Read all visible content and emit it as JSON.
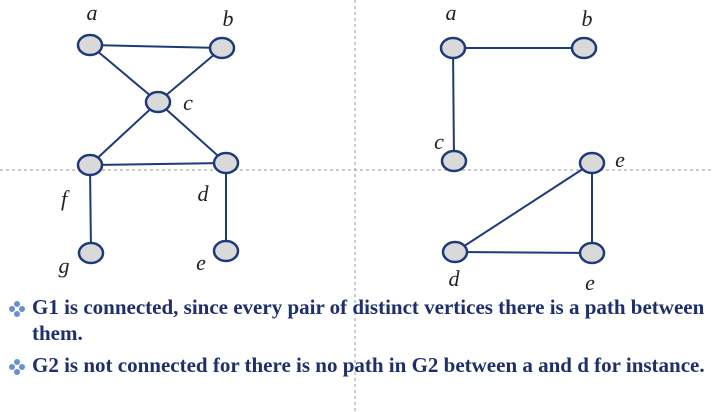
{
  "graph1": {
    "vertices": [
      {
        "id": "a",
        "label": "a"
      },
      {
        "id": "b",
        "label": "b"
      },
      {
        "id": "c",
        "label": "c"
      },
      {
        "id": "f",
        "label": "f"
      },
      {
        "id": "d",
        "label": "d"
      },
      {
        "id": "g",
        "label": "g"
      },
      {
        "id": "e",
        "label": "e"
      }
    ],
    "edges": [
      [
        "a",
        "b"
      ],
      [
        "a",
        "c"
      ],
      [
        "b",
        "c"
      ],
      [
        "c",
        "f"
      ],
      [
        "c",
        "d"
      ],
      [
        "f",
        "d"
      ],
      [
        "f",
        "g"
      ],
      [
        "d",
        "e"
      ]
    ]
  },
  "graph2": {
    "vertices": [
      {
        "id": "a",
        "label": "a"
      },
      {
        "id": "b",
        "label": "b"
      },
      {
        "id": "c",
        "label": "c"
      },
      {
        "id": "e",
        "label": "e"
      },
      {
        "id": "d",
        "label": "d"
      },
      {
        "id": "e2",
        "label": "e"
      }
    ],
    "edges": [
      [
        "a",
        "b"
      ],
      [
        "a",
        "c"
      ],
      [
        "e",
        "d"
      ],
      [
        "e",
        "e2"
      ],
      [
        "d",
        "e2"
      ]
    ]
  },
  "bullets": [
    {
      "text": "G1 is connected, since every pair of distinct vertices there is a path between them."
    },
    {
      "text": "G2 is not connected for there is no path in G2 between a and d for instance."
    }
  ],
  "colors": {
    "node_fill": "#d9d9d9",
    "edge": "#1f3a7a",
    "text": "#1f2f6e",
    "bullet_icon": "#6a8fd0"
  }
}
